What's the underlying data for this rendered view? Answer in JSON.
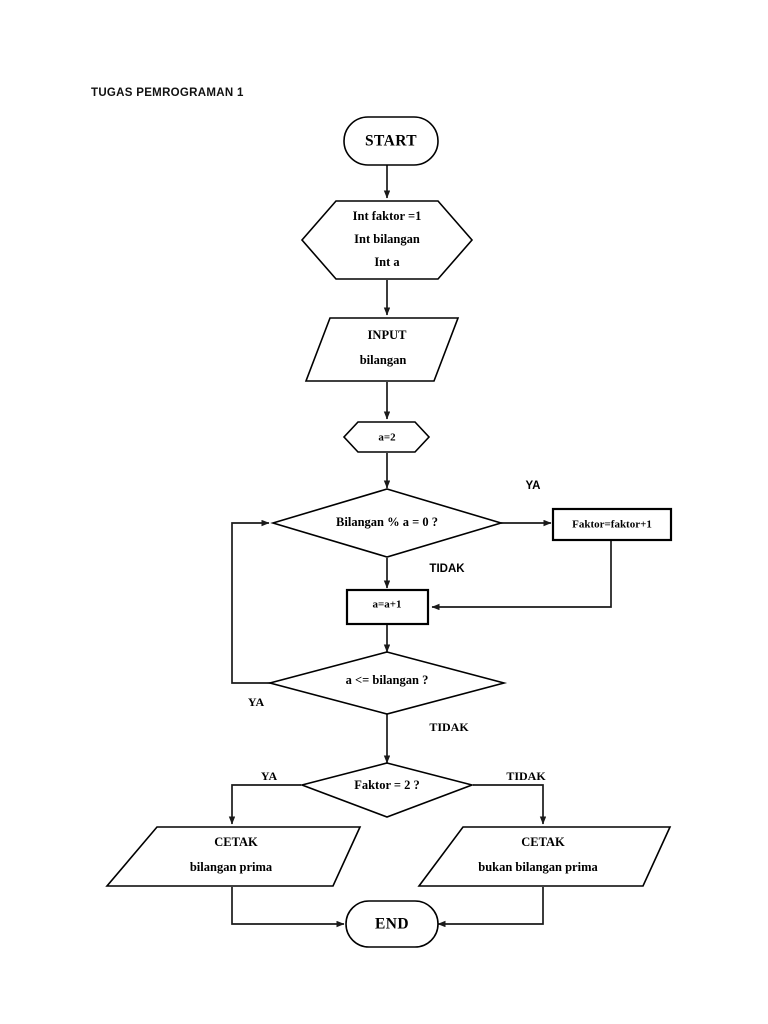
{
  "document": {
    "title": "TUGAS PEMROGRAMAN 1"
  },
  "chart_data": {
    "type": "diagram",
    "diagram_type": "flowchart",
    "title": "TUGAS PEMROGRAMAN 1",
    "description": "Flowchart algoritma penentuan bilangan prima",
    "nodes": [
      {
        "id": "start",
        "shape": "terminator",
        "lines": [
          "START"
        ]
      },
      {
        "id": "declare",
        "shape": "hexagon",
        "lines": [
          "Int faktor =1",
          "Int bilangan",
          "Int a"
        ]
      },
      {
        "id": "input",
        "shape": "parallelogram",
        "lines": [
          "INPUT",
          "bilangan"
        ]
      },
      {
        "id": "init-a",
        "shape": "hexagon-small",
        "lines": [
          "a=2"
        ]
      },
      {
        "id": "mod-check",
        "shape": "decision",
        "lines": [
          "Bilangan % a = 0 ?"
        ]
      },
      {
        "id": "faktor-incr",
        "shape": "process",
        "lines": [
          "Faktor=faktor+1"
        ]
      },
      {
        "id": "a-incr",
        "shape": "process",
        "lines": [
          "a=a+1"
        ]
      },
      {
        "id": "loop-check",
        "shape": "decision",
        "lines": [
          "a <= bilangan ?"
        ]
      },
      {
        "id": "prime-check",
        "shape": "decision",
        "lines": [
          "Faktor = 2 ?"
        ]
      },
      {
        "id": "print-prime",
        "shape": "parallelogram",
        "lines": [
          "CETAK",
          "bilangan prima"
        ]
      },
      {
        "id": "print-notprime",
        "shape": "parallelogram",
        "lines": [
          "CETAK",
          "bukan bilangan prima"
        ]
      },
      {
        "id": "end",
        "shape": "terminator",
        "lines": [
          "END"
        ]
      }
    ],
    "edges": [
      {
        "from": "start",
        "to": "declare",
        "label": ""
      },
      {
        "from": "declare",
        "to": "input",
        "label": ""
      },
      {
        "from": "input",
        "to": "init-a",
        "label": ""
      },
      {
        "from": "init-a",
        "to": "mod-check",
        "label": ""
      },
      {
        "from": "mod-check",
        "to": "faktor-incr",
        "label": "YA"
      },
      {
        "from": "mod-check",
        "to": "a-incr",
        "label": "TIDAK"
      },
      {
        "from": "faktor-incr",
        "to": "a-incr",
        "label": ""
      },
      {
        "from": "a-incr",
        "to": "loop-check",
        "label": ""
      },
      {
        "from": "loop-check",
        "to": "mod-check",
        "label": "YA"
      },
      {
        "from": "loop-check",
        "to": "prime-check",
        "label": "TIDAK"
      },
      {
        "from": "prime-check",
        "to": "print-prime",
        "label": "YA"
      },
      {
        "from": "prime-check",
        "to": "print-notprime",
        "label": "TIDAK"
      },
      {
        "from": "print-prime",
        "to": "end",
        "label": ""
      },
      {
        "from": "print-notprime",
        "to": "end",
        "label": ""
      }
    ],
    "colors": {
      "stroke": "#000000",
      "fill": "#ffffff",
      "text": "#000000",
      "background": "#ffffff"
    }
  },
  "nodes": {
    "start": {
      "label": "START"
    },
    "declare": {
      "line1": "Int faktor =1",
      "line2": "Int bilangan",
      "line3": "Int a"
    },
    "input": {
      "line1": "INPUT",
      "line2": "bilangan"
    },
    "init_a": {
      "label": "a=2"
    },
    "mod_check": {
      "label": "Bilangan % a = 0 ?"
    },
    "faktor_incr": {
      "label": "Faktor=faktor+1"
    },
    "a_incr": {
      "label": "a=a+1"
    },
    "loop_check": {
      "label": "a <= bilangan ?"
    },
    "prime_check": {
      "label": "Faktor = 2 ?"
    },
    "print_prime": {
      "line1": "CETAK",
      "line2": "bilangan prima"
    },
    "print_notprime": {
      "line1": "CETAK",
      "line2": "bukan bilangan prima"
    },
    "end": {
      "label": "END"
    }
  },
  "edge_labels": {
    "mod_ya": "YA",
    "mod_tidak": "TIDAK",
    "loop_ya": "YA",
    "loop_tidak": "TIDAK",
    "prime_ya": "YA",
    "prime_tidak": "TIDAK"
  }
}
